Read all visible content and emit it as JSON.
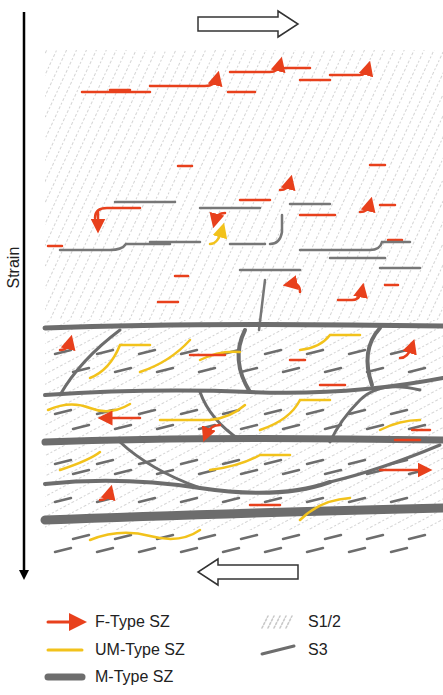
{
  "diagram": {
    "labels": [
      "Strain"
    ],
    "legend": [
      {
        "text": "F-Type SZ"
      },
      {
        "text": "UM-Type SZ"
      },
      {
        "text": "M-Type SZ"
      },
      {
        "text": "S1/2"
      },
      {
        "text": "S3"
      }
    ]
  }
}
